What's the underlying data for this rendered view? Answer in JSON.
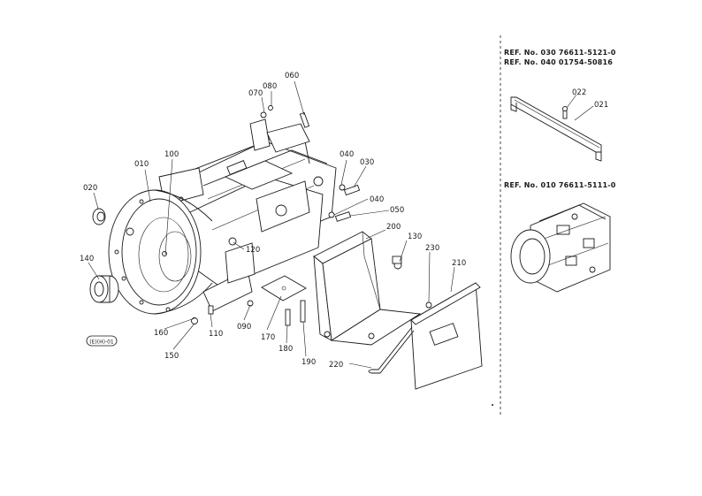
{
  "refs": [
    "REF. No. 030 76611-5121-0",
    "REF. No. 040 01754-50816",
    "REF. No. 010 76611-5111-0"
  ],
  "callouts": {
    "p010": "010",
    "p020": "020",
    "p021": "021",
    "p022": "022",
    "p030": "030",
    "p040a": "040",
    "p040b": "040",
    "p050": "050",
    "p060": "060",
    "p070": "070",
    "p080": "080",
    "p090": "090",
    "p100": "100",
    "p110": "110",
    "p120": "120",
    "p130": "130",
    "p140": "140",
    "p150": "150",
    "p160": "160",
    "p170": "170",
    "p180": "180",
    "p190": "190",
    "p200": "200",
    "p210": "210",
    "p220": "220",
    "p230": "230"
  },
  "stamp": "(E)(H)-01"
}
